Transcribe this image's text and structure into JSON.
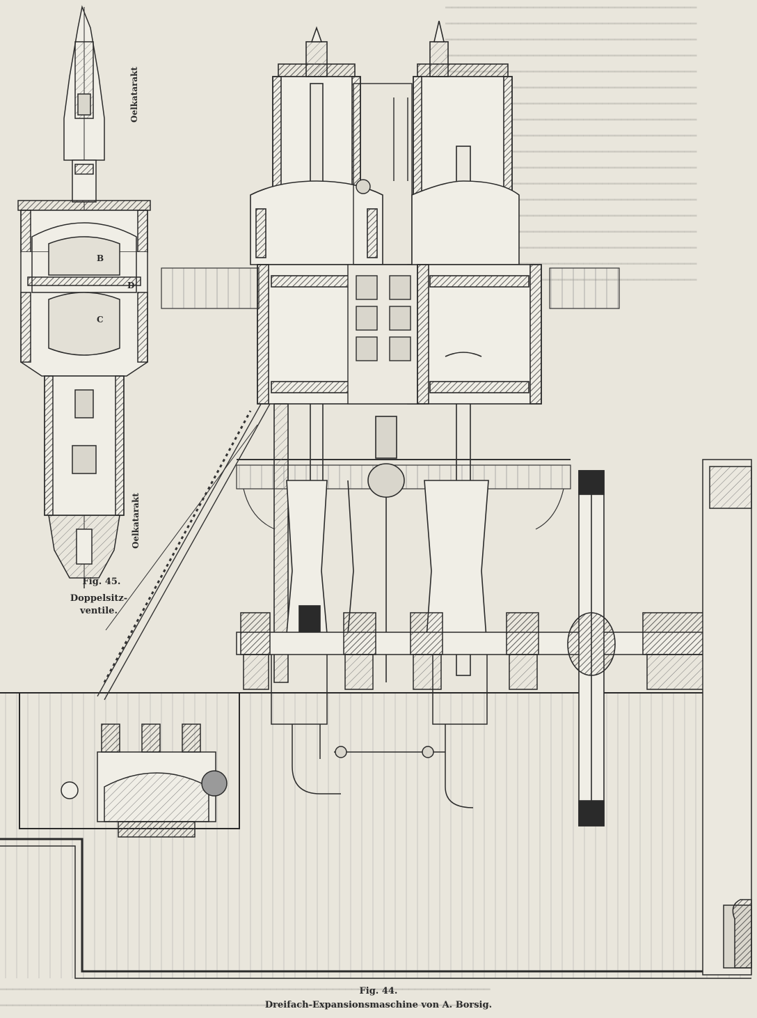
{
  "figure45": {
    "number": "Fig. 45.",
    "title_line1": "Doppelsitz-",
    "title_line2": "ventile.",
    "label_top": "Oelkatarakt",
    "label_bottom": "Oelkatarakt",
    "part_B": "B",
    "part_C": "C",
    "part_D": "D"
  },
  "figure44": {
    "number": "Fig. 44.",
    "title": "Dreifach-Expansionsmaschine von A. Borsig."
  }
}
